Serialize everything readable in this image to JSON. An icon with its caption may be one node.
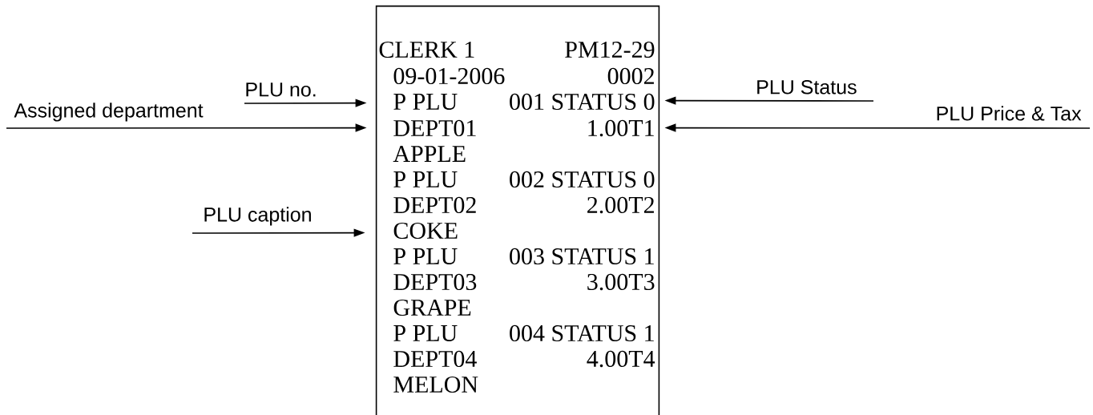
{
  "diagram": {
    "nodes": [
      {
        "text": [
          "CLERK 1",
          "PM12-29",
          "09-01-2006",
          "0002",
          "P PLU",
          "001 STATUS 0",
          "DEPT01",
          "1.00T1",
          "APPLE",
          "P PLU",
          "002 STATUS 0",
          "DEPT02",
          "2.00T2",
          "COKE",
          "P PLU",
          "003 STATUS 1",
          "DEPT03",
          "3.00T3",
          "GRAPE",
          "P PLU",
          "004 STATUS 1",
          "DEPT04",
          "4.00T4",
          "MELON"
        ]
      },
      {
        "text": [
          "PLU no."
        ]
      },
      {
        "text": [
          "Assigned department"
        ]
      },
      {
        "text": [
          "PLU caption"
        ]
      },
      {
        "text": [
          "PLU Status"
        ]
      },
      {
        "text": [
          "PLU Price & Tax"
        ]
      }
    ],
    "edges": [
      {
        "from": 1,
        "to": 0,
        "arrow": "to"
      },
      {
        "from": 2,
        "to": 0,
        "arrow": "to"
      },
      {
        "from": 3,
        "to": 0,
        "arrow": "to"
      },
      {
        "from": 4,
        "to": 0,
        "arrow": "to"
      },
      {
        "from": 5,
        "to": 0,
        "arrow": "to"
      }
    ]
  }
}
